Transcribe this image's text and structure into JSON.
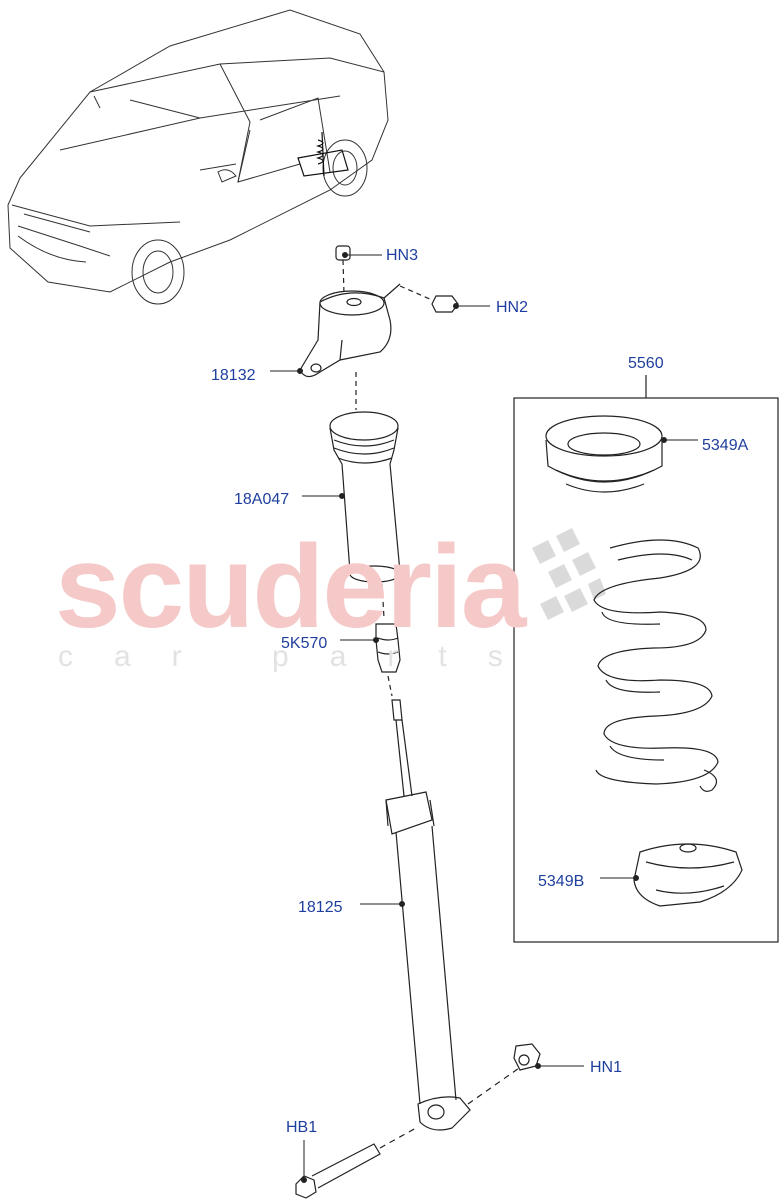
{
  "watermark": {
    "brand": "scuderia",
    "tagline": "car parts",
    "brand_color": "#f6c9c9",
    "tagline_color": "#e2e2e2"
  },
  "colors": {
    "label": "#1f3f9e",
    "line": "#222222"
  },
  "inset_group_label": "5560",
  "callouts": [
    {
      "id": "HN3",
      "label": "HN3"
    },
    {
      "id": "HN2",
      "label": "HN2"
    },
    {
      "id": "18132",
      "label": "18132"
    },
    {
      "id": "18A047",
      "label": "18A047"
    },
    {
      "id": "5K570",
      "label": "5K570"
    },
    {
      "id": "18125",
      "label": "18125"
    },
    {
      "id": "HN1",
      "label": "HN1"
    },
    {
      "id": "HB1",
      "label": "HB1"
    },
    {
      "id": "5349A",
      "label": "5349A"
    },
    {
      "id": "5349B",
      "label": "5349B"
    }
  ]
}
